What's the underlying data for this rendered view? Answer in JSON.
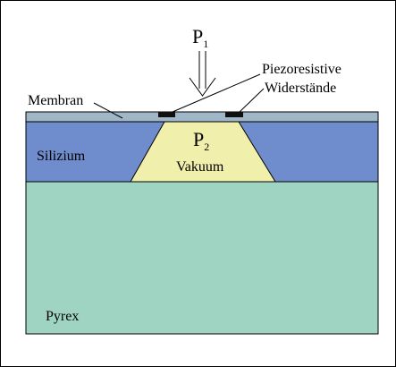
{
  "labels": {
    "pressure_top_base": "P",
    "pressure_top_sub": "1",
    "piezo_line1": "Piezoresistive",
    "piezo_line2": "Widerstände",
    "membrane": "Membran",
    "silicon": "Silizium",
    "pressure_cavity_base": "P",
    "pressure_cavity_sub": "2",
    "vacuum": "Vakuum",
    "pyrex": "Pyrex"
  },
  "colors": {
    "membrane": "#9fb7c7",
    "silicon": "#6f8dcc",
    "cavity": "#f1efac",
    "pyrex": "#9fd4c3",
    "resistor": "#101010",
    "outline": "#000000"
  }
}
